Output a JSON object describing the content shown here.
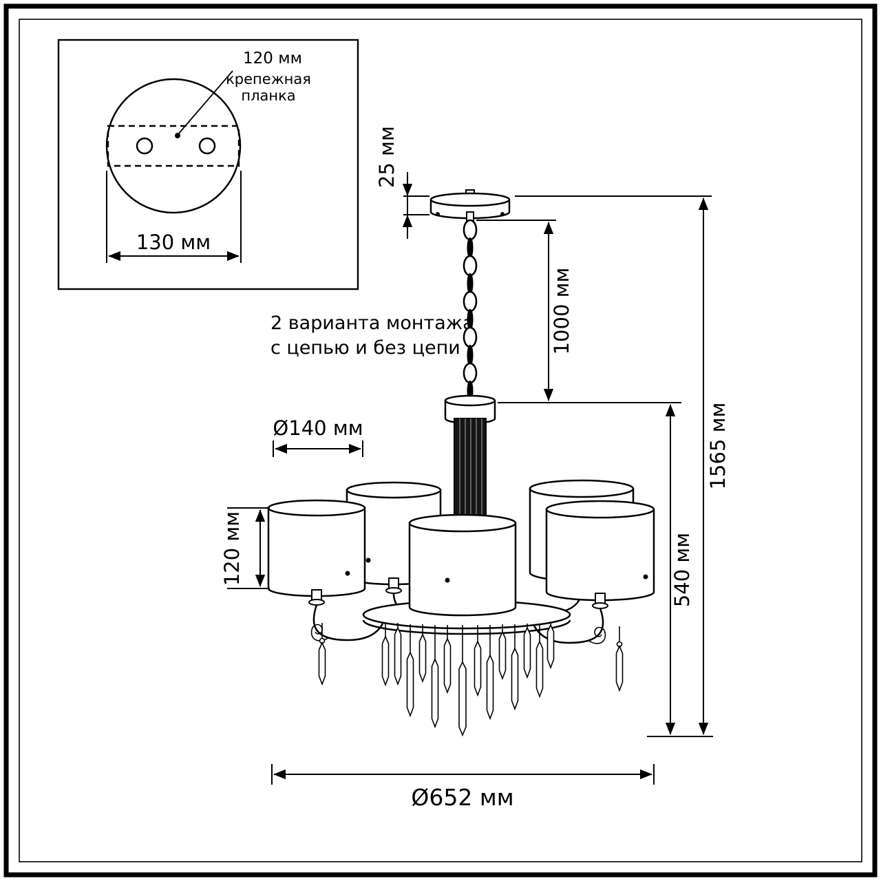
{
  "inset": {
    "plate_width_label": "120 мм",
    "plate_name_line1": "крепежная",
    "plate_name_line2": "планка",
    "base_width_label": "130 мм"
  },
  "note": {
    "line1": "2 варианта монтажа",
    "line2": "с цепью и без цепи"
  },
  "dims": {
    "canopy_height": "25 мм",
    "chain_length": "1000 мм",
    "total_height": "1565 мм",
    "fixture_height": "540 мм",
    "shade_diameter": "Ø140 мм",
    "shade_height": "120 мм",
    "fixture_diameter": "Ø652 мм"
  }
}
